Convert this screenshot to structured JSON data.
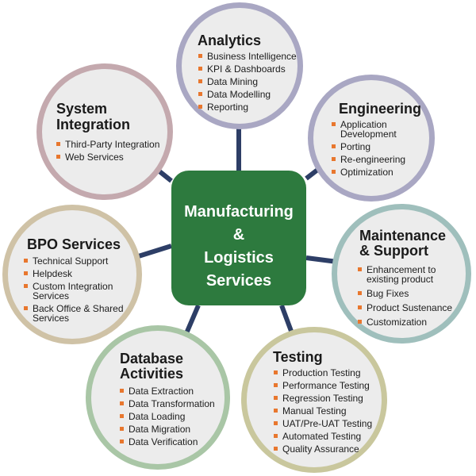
{
  "center": {
    "label": "Manufacturing\n&\nLogistics\nServices",
    "color": "#2d7a3e"
  },
  "nodes": {
    "analytics": {
      "title": "Analytics",
      "ring_color": "#a9a7c3",
      "items": [
        "Business Intelligence",
        "KPI & Dashboards",
        "Data Mining",
        "Data Modelling",
        "Reporting"
      ]
    },
    "engineering": {
      "title": "Engineering",
      "ring_color": "#a9a7c3",
      "items": [
        "Application\nDevelopment",
        "Porting",
        "Re-engineering",
        "Optimization"
      ]
    },
    "maintenance": {
      "title": "Maintenance\n& Support",
      "ring_color": "#9fbfbc",
      "items": [
        "Enhancement to\nexisting product",
        "Bug Fixes",
        "Product Sustenance",
        "Customization"
      ]
    },
    "testing": {
      "title": "Testing",
      "ring_color": "#c9c79d",
      "items": [
        "Production Testing",
        "Performance Testing",
        "Regression Testing",
        "Manual Testing",
        "UAT/Pre-UAT Testing",
        "Automated Testing",
        "Quality Assurance"
      ]
    },
    "database": {
      "title": "Database\nActivities",
      "ring_color": "#a9c6a6",
      "items": [
        "Data Extraction",
        "Data Transformation",
        "Data Loading",
        "Data Migration",
        "Data Verification"
      ]
    },
    "bpo": {
      "title": "BPO Services",
      "ring_color": "#cfc2a6",
      "items": [
        "Technical Support",
        "Helpdesk",
        "Custom Integration\nServices",
        "Back Office & Shared\nServices"
      ]
    },
    "system_integration": {
      "title": "System\nIntegration",
      "ring_color": "#c4a9ae",
      "items": [
        "Third-Party Integration",
        "Web Services"
      ]
    }
  },
  "connector_color": "#2d3e66",
  "bullet_color": "#e8772e"
}
